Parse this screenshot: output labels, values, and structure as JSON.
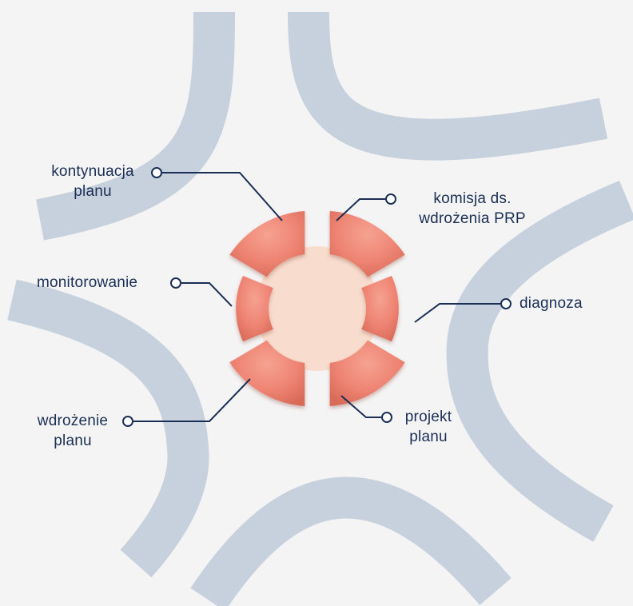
{
  "diagram": {
    "colors": {
      "background": "#f4f4f4",
      "decorative_curves": "#c7d1dd",
      "segments": "#ee8372",
      "center_circle": "#f8dccd",
      "connectors": "#1b2f55",
      "text": "#1b2f55"
    },
    "steps": [
      {
        "id": "kontynuacja",
        "label": "kontynuacja\nplanu"
      },
      {
        "id": "komisja",
        "label": "komisja ds.\nwdrożenia PRP"
      },
      {
        "id": "diagnoza",
        "label": "diagnoza"
      },
      {
        "id": "projekt",
        "label": "projekt\nplanu"
      },
      {
        "id": "wdrozenie",
        "label": "wdrożenie\nplanu"
      },
      {
        "id": "monitorowanie",
        "label": "monitorowanie"
      }
    ]
  }
}
